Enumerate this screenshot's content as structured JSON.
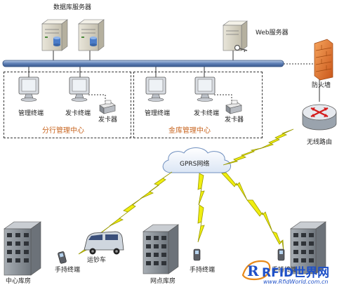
{
  "labels": {
    "db_server": "数据库服务器",
    "web_server": "Web服务器",
    "firewall": "防火墙",
    "wireless_router": "无线路由",
    "gprs_network": "GPRS网络",
    "mgmt_terminal_1": "管理终端",
    "card_terminal_1": "发卡终端",
    "card_reader_1": "发卡器",
    "branch_center": "分行管理中心",
    "mgmt_terminal_2": "管理终端",
    "card_terminal_2": "发卡终端",
    "card_reader_2": "发卡器",
    "vault_center": "金库管理中心",
    "cash_center": "中心库房",
    "handheld_1": "手持终端",
    "cash_truck": "运钞车",
    "outlet": "网点库房",
    "handheld_2": "手持终端",
    "handheld_3": "手持终端"
  },
  "watermark": {
    "brand": "RFID世界网",
    "url": "www.RfidWorld.com.cn"
  },
  "colors": {
    "bus": "#6f8fc0",
    "lightning_fill": "#f0ee10",
    "lightning_stroke": "#9a9a00",
    "firewall": "#e07a2a",
    "router": "#d8dde4",
    "router_arrows": "#d41c1c",
    "cloud": "#ffffff",
    "building": "#8f959b",
    "watermark": "#1e50c8"
  }
}
